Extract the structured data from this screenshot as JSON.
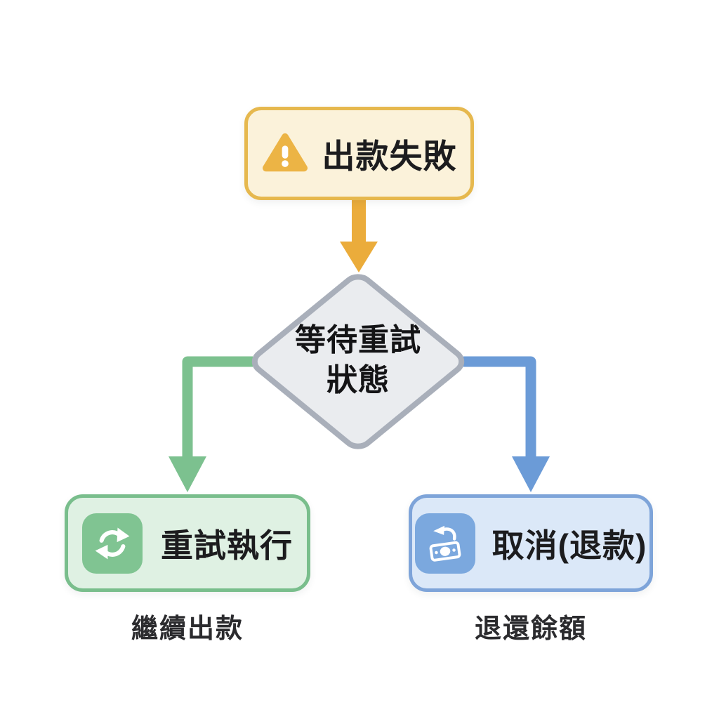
{
  "diagram": {
    "nodes": {
      "failure": {
        "label": "出款失敗",
        "icon": "warning-triangle-icon",
        "fill": "#FBF2DA",
        "border": "#E6B84E",
        "icon_color": "#ECB445"
      },
      "wait": {
        "label_line1": "等待重試",
        "label_line2": "狀態",
        "shape": "diamond",
        "fill": "#EAECEF",
        "border": "#A9AFBA"
      },
      "retry": {
        "label": "重試執行",
        "caption": "繼續出款",
        "icon": "refresh-icon",
        "fill": "#DFF1E3",
        "border": "#79BE8C",
        "icon_bg": "#80C492"
      },
      "cancel": {
        "label": "取消(退款)",
        "caption": "退還餘額",
        "icon": "money-refund-icon",
        "fill": "#DBE8F8",
        "border": "#7EA4D9",
        "icon_bg": "#7BA8DE"
      }
    },
    "connectors": {
      "failure_to_wait": {
        "from": "failure",
        "to": "wait",
        "color": "#EBAC3B",
        "style": "straight-down-arrow"
      },
      "wait_to_retry": {
        "from": "wait",
        "to": "retry",
        "color": "#7CC18F",
        "style": "elbow-left-down-arrow"
      },
      "wait_to_cancel": {
        "from": "wait",
        "to": "cancel",
        "color": "#6B9BD7",
        "style": "elbow-right-down-arrow"
      }
    }
  }
}
